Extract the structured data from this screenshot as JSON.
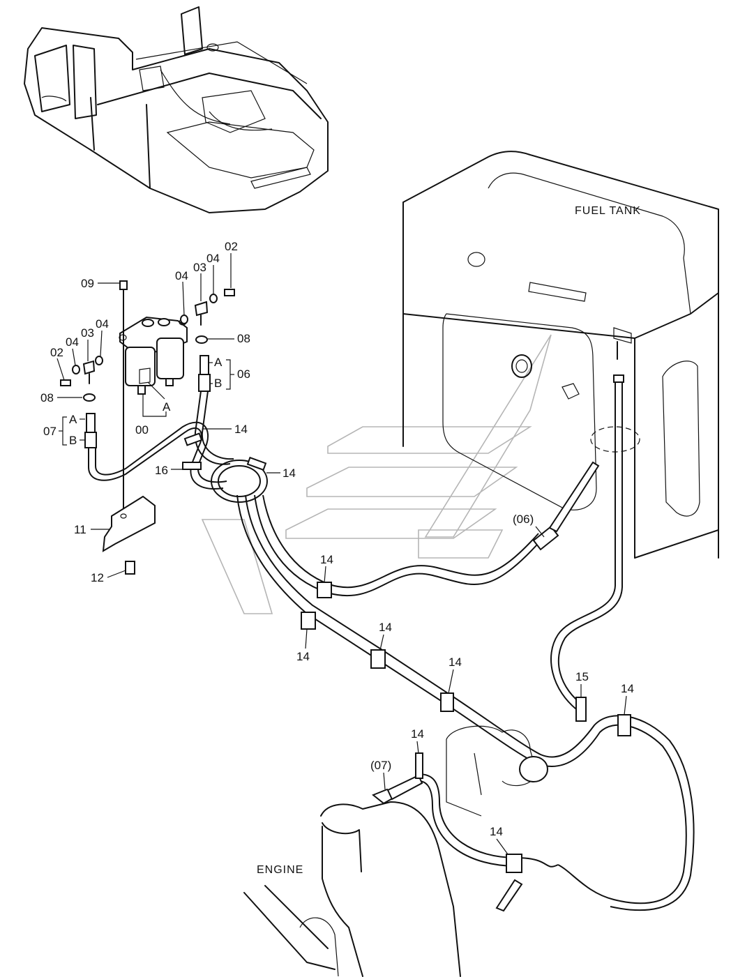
{
  "labels": {
    "fuel_tank": "FUEL TANK",
    "engine": "ENGINE"
  },
  "callouts": {
    "p00": "00",
    "p02_left": "02",
    "p02_right": "02",
    "p03_left": "03",
    "p03_right": "03",
    "p04_left_a": "04",
    "p04_left_b": "04",
    "p04_right_a": "04",
    "p04_right_b": "04",
    "p06": "06",
    "p06_ref": "(06)",
    "p07": "07",
    "p07_ref": "(07)",
    "p08_left": "08",
    "p08_right": "08",
    "p09": "09",
    "p11": "11",
    "p12": "12",
    "p14_a": "14",
    "p14_b": "14",
    "p14_c": "14",
    "p14_d": "14",
    "p14_e": "14",
    "p14_f": "14",
    "p14_g": "14",
    "p14_h": "14",
    "p14_i": "14",
    "p15": "15",
    "p16": "16",
    "a_filter": "A",
    "a06": "A",
    "b06": "B",
    "a07": "A",
    "b07": "B"
  }
}
